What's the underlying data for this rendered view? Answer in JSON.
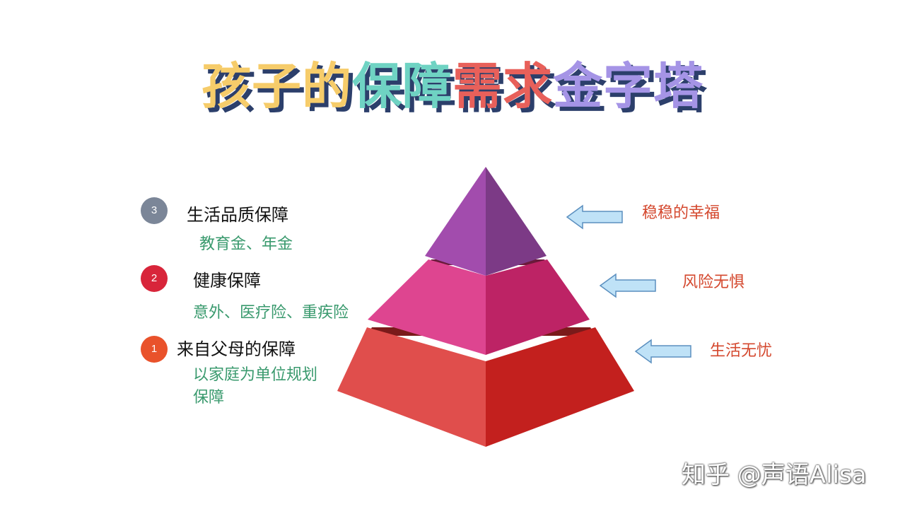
{
  "title": {
    "chars": [
      {
        "text": "孩",
        "color": "#f6cc6a"
      },
      {
        "text": "子",
        "color": "#f6cc6a"
      },
      {
        "text": "的",
        "color": "#f6cc6a"
      },
      {
        "text": "保",
        "color": "#6fd3c3"
      },
      {
        "text": "障",
        "color": "#6fd3c3"
      },
      {
        "text": "需",
        "color": "#e8605a"
      },
      {
        "text": "求",
        "color": "#e8605a"
      },
      {
        "text": "金",
        "color": "#a594e6"
      },
      {
        "text": "字",
        "color": "#a594e6"
      },
      {
        "text": "塔",
        "color": "#a594e6"
      }
    ]
  },
  "levels": [
    {
      "number": "3",
      "title": "生活品质保障",
      "desc": "教育金、年金",
      "badge_color": "#7b8698",
      "right_label": "稳稳的幸福"
    },
    {
      "number": "2",
      "title": "健康保障",
      "desc": "意外、医疗险、重疾险",
      "badge_color": "#d8253a",
      "right_label": "风险无惧"
    },
    {
      "number": "1",
      "title": "来自父母的保障",
      "desc": "以家庭为单位规划保障",
      "badge_color": "#e9522b",
      "right_label": "生活无忧"
    }
  ],
  "colors": {
    "tier_top_left": "#a24cad",
    "tier_top_right": "#7c3a86",
    "tier_mid_left": "#de4590",
    "tier_mid_right": "#bd2365",
    "tier_bot_left": "#e04e4c",
    "tier_bot_right": "#c3201e",
    "arrow_fill": "#bfe2f7",
    "arrow_stroke": "#5b8fbf"
  },
  "watermark": "知乎 @声语Alisa"
}
